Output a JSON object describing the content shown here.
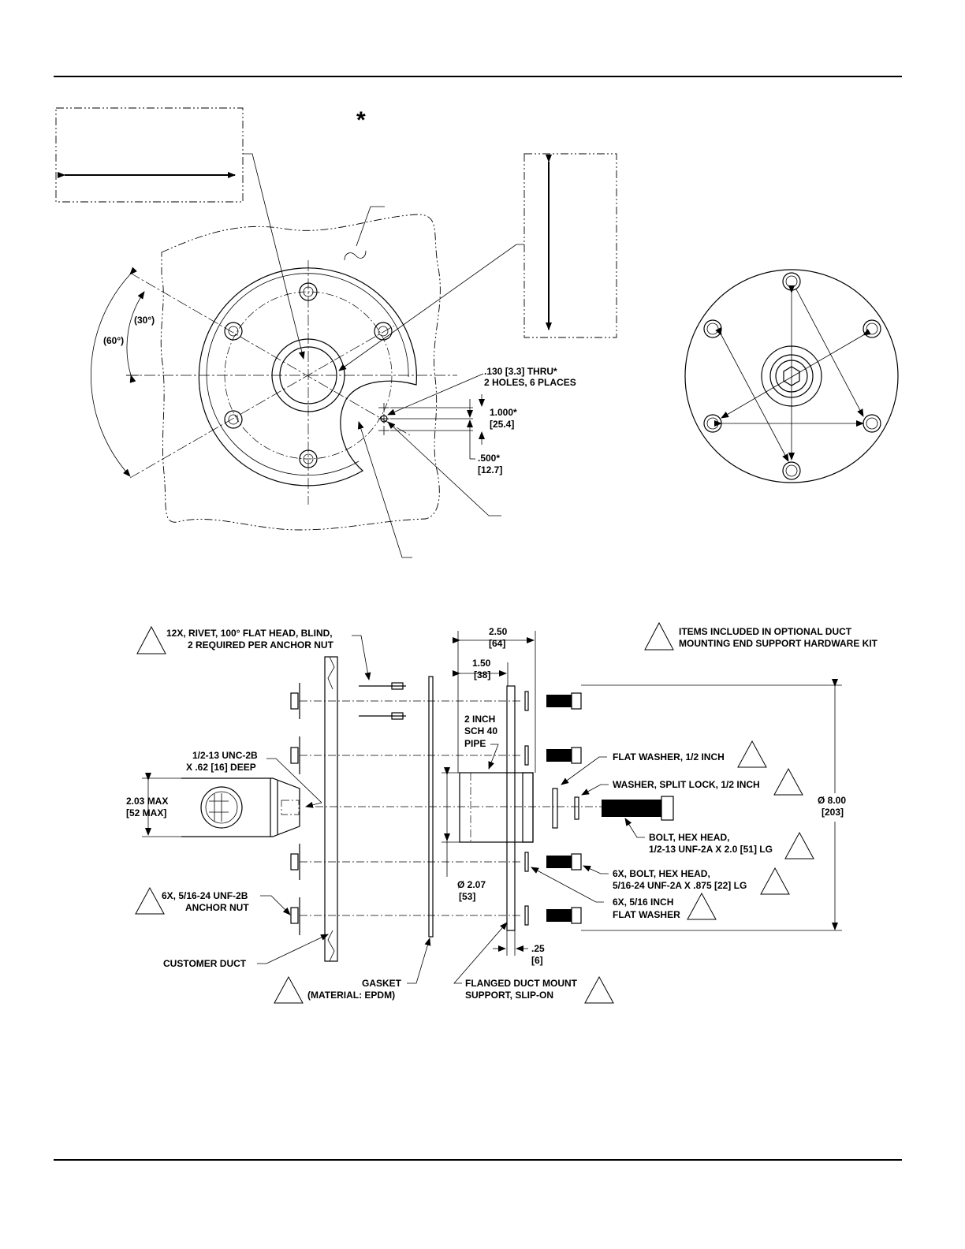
{
  "page": {
    "symbol": "*"
  },
  "top_view": {
    "angle_30": "(30°)",
    "angle_60": "(60°)",
    "hole_note_1": ".130 [3.3] THRU*",
    "hole_note_2": "2 HOLES, 6 PLACES",
    "dim_1000": "1.000*",
    "dim_1000_mm": "[25.4]",
    "dim_500": ".500*",
    "dim_500_mm": "[12.7]"
  },
  "exploded_view": {
    "dim_250": "2.50",
    "dim_250_mm": "[64]",
    "dim_150": "1.50",
    "dim_150_mm": "[38]",
    "kit_note_1": "ITEMS INCLUDED IN OPTIONAL DUCT",
    "kit_note_2": "MOUNTING END SUPPORT HARDWARE KIT",
    "rivet_1": "12X, RIVET, 100° FLAT HEAD, BLIND,",
    "rivet_2": "2 REQUIRED PER ANCHOR NUT",
    "pipe_1": "2 INCH",
    "pipe_2": "SCH 40",
    "pipe_3": "PIPE",
    "thread_1": "1/2-13 UNC-2B",
    "thread_2": "X .62 [16] DEEP",
    "max_1": "2.03 MAX",
    "max_2": "[52 MAX]",
    "flat_washer": "FLAT WASHER, 1/2 INCH",
    "split_washer": "WASHER, SPLIT LOCK, 1/2 INCH",
    "dia_800": "Ø 8.00",
    "dia_800_mm": "[203]",
    "bolt_1": "BOLT, HEX HEAD,",
    "bolt_2": "1/2-13 UNF-2A X 2.0 [51] LG",
    "small_bolt_1": "6X, BOLT, HEX HEAD,",
    "small_bolt_2": "5/16-24 UNF-2A X .875 [22] LG",
    "small_washer_1": "6X, 5/16 INCH",
    "small_washer_2": "FLAT WASHER",
    "dia_207": "Ø 2.07",
    "dia_207_mm": "[53]",
    "anchor_1": "6X, 5/16-24 UNF-2B",
    "anchor_2": "ANCHOR NUT",
    "customer_duct": "CUSTOMER DUCT",
    "dim_025": ".25",
    "dim_025_mm": "[6]",
    "gasket_1": "GASKET",
    "gasket_2": "(MATERIAL: EPDM)",
    "flange_1": "FLANGED DUCT MOUNT",
    "flange_2": "SUPPORT, SLIP-ON"
  }
}
